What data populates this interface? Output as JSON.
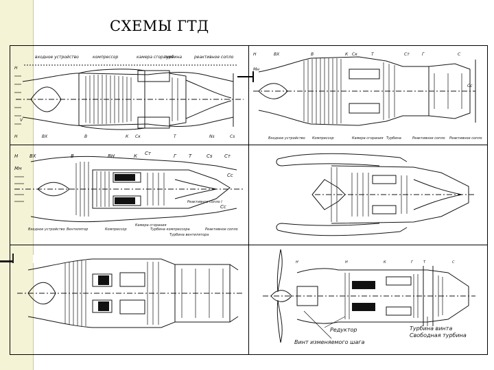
{
  "title": "СХЕМЫ ГТД",
  "panels": {
    "turbojet_top_left": {
      "top_labels": [
        "входное устройство",
        "компрессор",
        "камера сгорания",
        "турбина",
        "реактивное сопло"
      ],
      "bottom_labels": [
        "Н",
        "ВХ",
        "В",
        "К",
        "Ск",
        "Т",
        "Ns",
        "Сs"
      ],
      "left_labels": [
        "Н",
        "V"
      ]
    },
    "turbojet_top_right": {
      "top_labels": [
        "Н",
        "ВХ",
        "В",
        "К",
        "Ск",
        "Т",
        "Ст",
        "Г",
        "С"
      ],
      "side_labels": [
        "Мн",
        "Сс"
      ],
      "bottom_labels": [
        "Входное устройство",
        "Компрессор",
        "Камера сгорания",
        "Турбина",
        "Реактивное сопло",
        "Реактивное сопло"
      ]
    },
    "turbofan_mid_left": {
      "top_labels": [
        "Н",
        "ВХ",
        "В",
        "ВН",
        "К",
        "Ст",
        "Г",
        "Т",
        "Сs",
        "Ст"
      ],
      "side_labels": [
        "Мн",
        "Сс",
        "Сс"
      ],
      "inner_label": "Реактивное сопло I",
      "bottom_labels": [
        "Входное устройство",
        "Вентилятор",
        "Компрессор",
        "Камера сгорания",
        "Турбина компрессора",
        "Турбина вентилятора",
        "Реактивное сопло"
      ]
    },
    "turboprop_bottom_right": {
      "top_labels": [
        "Н",
        "Н",
        "К",
        "Г",
        "Т",
        "С"
      ],
      "labels": [
        "Редуктор",
        "Винт изменяемого шага",
        "Турбина винта",
        "Свободная турбина"
      ]
    }
  }
}
